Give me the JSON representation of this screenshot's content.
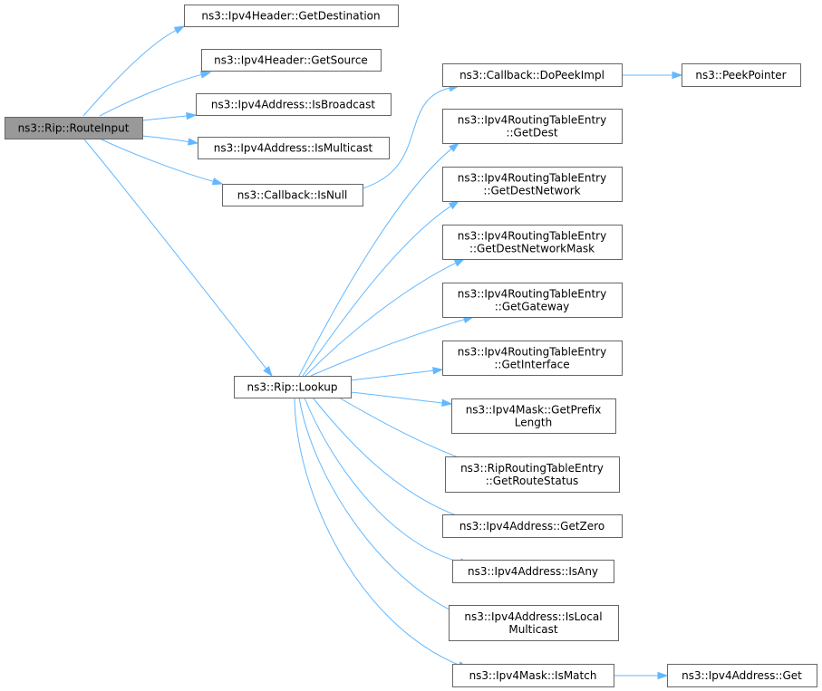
{
  "colors": {
    "edge": "#63b8ff",
    "root_fill": "#999999",
    "node_fill": "#ffffff",
    "node_border": "#666666",
    "text": "#000000"
  },
  "nodes": [
    {
      "id": "route_input",
      "lines": [
        "ns3::Rip::RouteInput"
      ],
      "root": true
    },
    {
      "id": "get_destination",
      "lines": [
        "ns3::Ipv4Header::GetDestination"
      ]
    },
    {
      "id": "get_source",
      "lines": [
        "ns3::Ipv4Header::GetSource"
      ]
    },
    {
      "id": "is_broadcast",
      "lines": [
        "ns3::Ipv4Address::IsBroadcast"
      ]
    },
    {
      "id": "is_multicast",
      "lines": [
        "ns3::Ipv4Address::IsMulticast"
      ]
    },
    {
      "id": "is_null",
      "lines": [
        "ns3::Callback::IsNull"
      ]
    },
    {
      "id": "do_peek_impl",
      "lines": [
        "ns3::Callback::DoPeekImpl"
      ]
    },
    {
      "id": "peek_pointer",
      "lines": [
        "ns3::PeekPointer"
      ]
    },
    {
      "id": "lookup",
      "lines": [
        "ns3::Rip::Lookup"
      ]
    },
    {
      "id": "get_dest",
      "lines": [
        "ns3::Ipv4RoutingTableEntry",
        "::GetDest"
      ]
    },
    {
      "id": "get_dest_network",
      "lines": [
        "ns3::Ipv4RoutingTableEntry",
        "::GetDestNetwork"
      ]
    },
    {
      "id": "get_dest_network_mask",
      "lines": [
        "ns3::Ipv4RoutingTableEntry",
        "::GetDestNetworkMask"
      ]
    },
    {
      "id": "get_gateway",
      "lines": [
        "ns3::Ipv4RoutingTableEntry",
        "::GetGateway"
      ]
    },
    {
      "id": "get_interface",
      "lines": [
        "ns3::Ipv4RoutingTableEntry",
        "::GetInterface"
      ]
    },
    {
      "id": "get_prefix_length",
      "lines": [
        "ns3::Ipv4Mask::GetPrefix",
        "Length"
      ]
    },
    {
      "id": "get_route_status",
      "lines": [
        "ns3::RipRoutingTableEntry",
        "::GetRouteStatus"
      ]
    },
    {
      "id": "get_zero",
      "lines": [
        "ns3::Ipv4Address::GetZero"
      ]
    },
    {
      "id": "is_any",
      "lines": [
        "ns3::Ipv4Address::IsAny"
      ]
    },
    {
      "id": "is_local_multicast",
      "lines": [
        "ns3::Ipv4Address::IsLocal",
        "Multicast"
      ]
    },
    {
      "id": "is_match",
      "lines": [
        "ns3::Ipv4Mask::IsMatch"
      ]
    },
    {
      "id": "address_get",
      "lines": [
        "ns3::Ipv4Address::Get"
      ]
    }
  ],
  "edges": [
    {
      "from": "route_input",
      "to": "get_destination"
    },
    {
      "from": "route_input",
      "to": "get_source"
    },
    {
      "from": "route_input",
      "to": "is_broadcast"
    },
    {
      "from": "route_input",
      "to": "is_multicast"
    },
    {
      "from": "route_input",
      "to": "is_null"
    },
    {
      "from": "route_input",
      "to": "lookup"
    },
    {
      "from": "is_null",
      "to": "do_peek_impl"
    },
    {
      "from": "do_peek_impl",
      "to": "peek_pointer"
    },
    {
      "from": "lookup",
      "to": "get_dest"
    },
    {
      "from": "lookup",
      "to": "get_dest_network"
    },
    {
      "from": "lookup",
      "to": "get_dest_network_mask"
    },
    {
      "from": "lookup",
      "to": "get_gateway"
    },
    {
      "from": "lookup",
      "to": "get_interface"
    },
    {
      "from": "lookup",
      "to": "get_prefix_length"
    },
    {
      "from": "lookup",
      "to": "get_route_status"
    },
    {
      "from": "lookup",
      "to": "get_zero"
    },
    {
      "from": "lookup",
      "to": "is_any"
    },
    {
      "from": "lookup",
      "to": "is_local_multicast"
    },
    {
      "from": "lookup",
      "to": "is_match"
    },
    {
      "from": "is_match",
      "to": "address_get"
    }
  ]
}
